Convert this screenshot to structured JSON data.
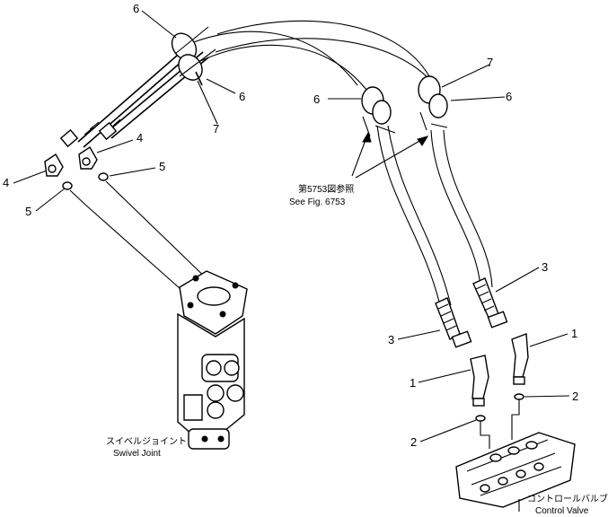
{
  "callouts": {
    "c6_top": "6",
    "c6_mid": "6",
    "c7_left": "7",
    "c6_valve_left": "6",
    "c7_valve": "7",
    "c6_valve_right": "6",
    "c4_left": "4",
    "c4_right": "4",
    "c5_left": "5",
    "c5_right": "5",
    "c3_right": "3",
    "c3_left": "3",
    "c1_right": "1",
    "c1_left": "1",
    "c2_right": "2",
    "c2_left": "2"
  },
  "captions": {
    "see_fig_jp": "第5753図参照",
    "see_fig_en": "See Fig. 6753",
    "swivel_jp": "スイベルジョイント",
    "swivel_en": "Swivel Joint",
    "control_jp": "コントロールバルブ",
    "control_en": "Control Valve"
  }
}
